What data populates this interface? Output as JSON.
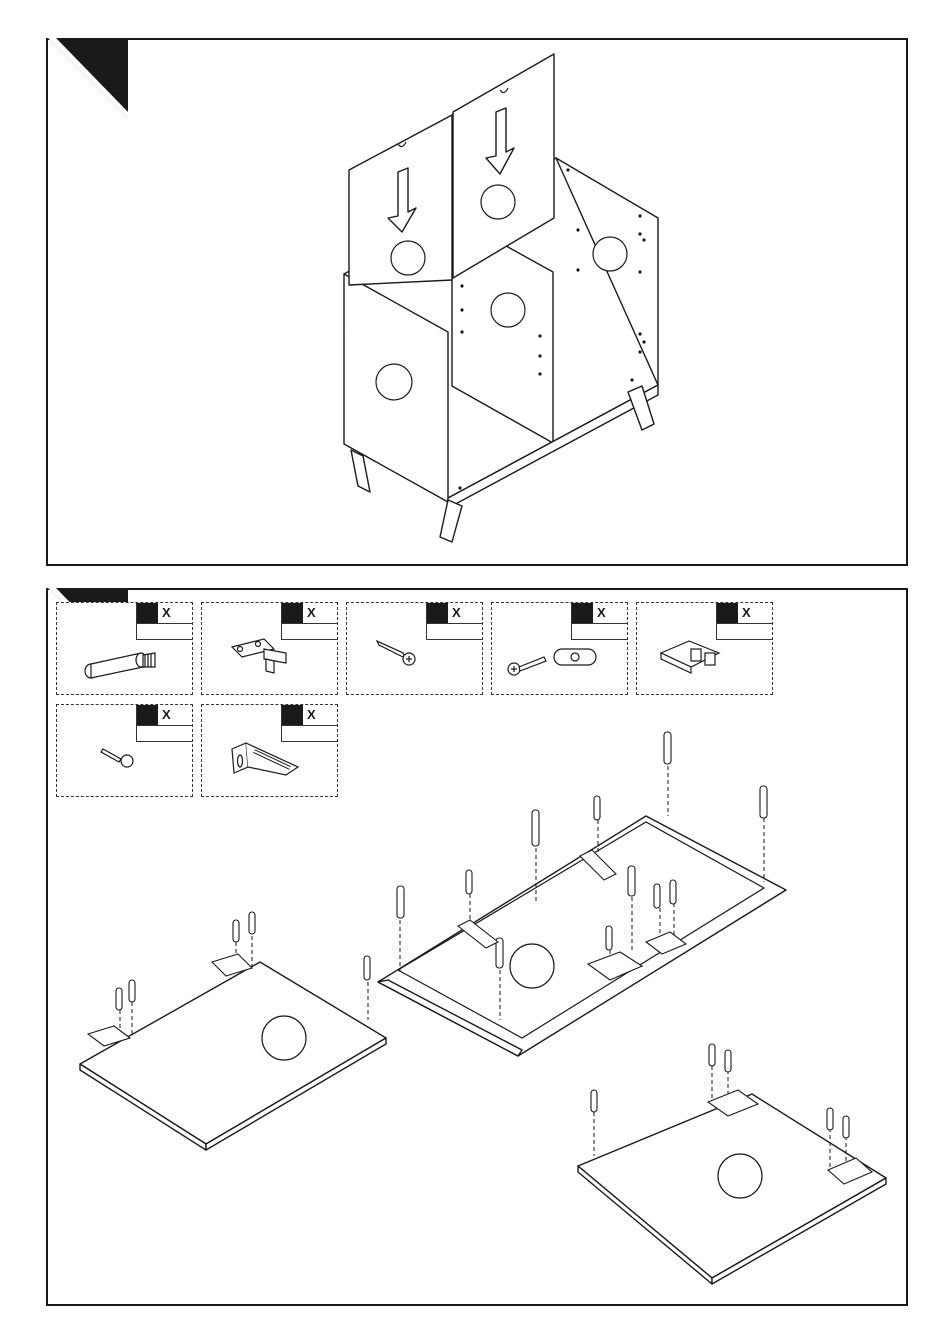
{
  "steps": [
    {
      "id": "step-1",
      "description_shown": ""
    },
    {
      "id": "step-2",
      "parts": [
        {
          "icon": "cam-dowel-icon",
          "qty_label": "X"
        },
        {
          "icon": "hinge-icon",
          "qty_label": "X"
        },
        {
          "icon": "screw-icon",
          "qty_label": "X"
        },
        {
          "icon": "screw-with-plug-icon",
          "qty_label": "X"
        },
        {
          "icon": "drawer-stop-icon",
          "qty_label": "X"
        },
        {
          "icon": "short-screw-icon",
          "qty_label": "X"
        },
        {
          "icon": "l-bracket-icon",
          "qty_label": "X"
        }
      ]
    }
  ],
  "colors": {
    "line": "#1a1a1a",
    "background": "#ffffff"
  }
}
